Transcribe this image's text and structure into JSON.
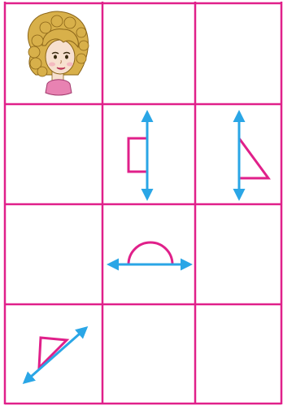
{
  "colors": {
    "grid_line": "#e0208a",
    "shape_stroke": "#e0208a",
    "axis_arrow": "#2aa6e6",
    "hair": "#d8b04a",
    "hair_dark": "#b78a2a",
    "skin": "#f7e0cf",
    "collar": "#e882b2"
  },
  "grid": {
    "rows": 4,
    "cols": 3
  },
  "cells": [
    {
      "row": 1,
      "col": 1,
      "content": "girl-portrait"
    },
    {
      "row": 1,
      "col": 2,
      "content": "empty"
    },
    {
      "row": 1,
      "col": 3,
      "content": "empty"
    },
    {
      "row": 2,
      "col": 1,
      "content": "empty"
    },
    {
      "row": 2,
      "col": 2,
      "content": "half-rectangle-with-vertical-axis"
    },
    {
      "row": 2,
      "col": 3,
      "content": "half-triangle-with-vertical-axis"
    },
    {
      "row": 3,
      "col": 1,
      "content": "empty"
    },
    {
      "row": 3,
      "col": 2,
      "content": "half-semicircle-with-horizontal-axis"
    },
    {
      "row": 3,
      "col": 3,
      "content": "empty"
    },
    {
      "row": 4,
      "col": 1,
      "content": "half-triangle-with-diagonal-axis"
    },
    {
      "row": 4,
      "col": 2,
      "content": "empty"
    },
    {
      "row": 4,
      "col": 3,
      "content": "empty"
    }
  ],
  "icons": {
    "portrait": "girl-face",
    "axis": "double-headed-arrow"
  }
}
